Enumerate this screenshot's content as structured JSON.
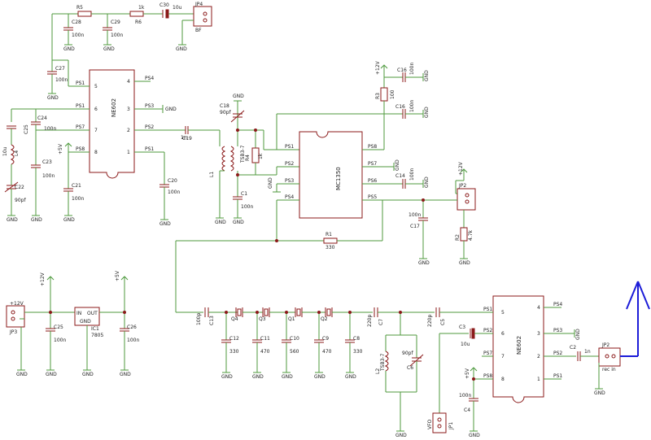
{
  "top_chain": {
    "r5_name": "R5",
    "c28_name": "C28",
    "c28_val": "100n",
    "c29_name": "C29",
    "c29_val": "100n",
    "r6_val": "1k",
    "r6_name": "R6",
    "c30_name": "C30",
    "c30_val": "10u",
    "jp4_name": "JP4",
    "bf": "BF",
    "c27_name": "C27",
    "c27_val": "100n",
    "gnd": "GND"
  },
  "ic_left": {
    "name": "NE602",
    "pins_left": [
      "PS1",
      "PS1",
      "PS7",
      "PS8"
    ],
    "pins_right": [
      "PS4",
      "PS3",
      "PS2",
      "PS1"
    ],
    "numbers_left": [
      "5",
      "6",
      "7",
      "8"
    ],
    "numbers_right": [
      "4",
      "3",
      "2",
      "1"
    ]
  },
  "left_parts": {
    "c24": "C24",
    "c24_val": "100n",
    "c23": "C23",
    "c23_val": "100n",
    "c21": "C21",
    "c21_val": "100n",
    "c25": "C25",
    "l4": "L4",
    "l4_val": "10u",
    "c22": "C22",
    "c22_val": "90pf",
    "v5": "+5V",
    "c19": "C19",
    "c19_val": "1n",
    "c20": "C20",
    "c20_val": "100n"
  },
  "mid_parts": {
    "c18": "C18",
    "c18_val": "90pf",
    "l1": "L1",
    "l1_val": "TSB3-7",
    "r4": "R4",
    "r4_val": "1k",
    "c1": "C1",
    "c1_val": "100n"
  },
  "ic_mid": {
    "name": "MC1350",
    "pins_left": [
      "PS1",
      "PS2",
      "PS3",
      "PS4"
    ],
    "pins_right": [
      "PS8",
      "PS7",
      "PS6",
      "PS5"
    ]
  },
  "right_top": {
    "v12a": "+12V",
    "c16a": "C16",
    "c16a_val": "100n",
    "r3": "R3",
    "r3_val": "100",
    "c16b": "C16",
    "c16b_val": "100n",
    "c14": "C14",
    "c14_val": "100n",
    "c17": "C17",
    "c17_val": "100n",
    "v12b": "+12V",
    "jp2": "JP2",
    "r2": "R2",
    "r2_val": "4.7k",
    "r1": "R1",
    "r1_val": "330"
  },
  "power": {
    "v12": "+12V",
    "jp3": "JP3",
    "c25": "C25",
    "c25_val": "100n",
    "ic1": "IC1",
    "ic1_val": "7805",
    "in": "IN",
    "out": "OUT",
    "gnd": "GND",
    "c26": "C26",
    "c26_val": "100n",
    "v5": "+5V",
    "plus12": "+12V"
  },
  "filter": {
    "c13": "C13",
    "c13_val": "100p",
    "c12": "C12",
    "c12_val": "330",
    "q4": "Q4",
    "c11": "C11",
    "c11_val": "470",
    "q3": "Q3",
    "c10": "C10",
    "c10_val": "560",
    "q1": "Q1",
    "c9": "C9",
    "c9_val": "470",
    "q2": "Q2",
    "c8": "C8",
    "c8_val": "330",
    "c7": "C7",
    "c7_val": "220p",
    "c5": "C5",
    "c5_val": "220p",
    "l2": "L2",
    "l2_val": "TSB3-7",
    "c6": "C6",
    "c6_val": "90pf"
  },
  "ic_right": {
    "name": "NE602",
    "pins_left": [
      "PS1",
      "PS2",
      "PS7",
      "PS8"
    ],
    "pins_right": [
      "PS4",
      "PS3",
      "PS2",
      "PS1"
    ]
  },
  "right_bottom": {
    "c3": "C3",
    "c3_val": "10u",
    "v5": "+5V",
    "c4": "C4",
    "c4_val": "100n",
    "jp1": "JP1",
    "vfo": "VFO",
    "c2": "C2",
    "c2_val": "1n",
    "jp5": "JP2",
    "rec_in": "rec in"
  }
}
